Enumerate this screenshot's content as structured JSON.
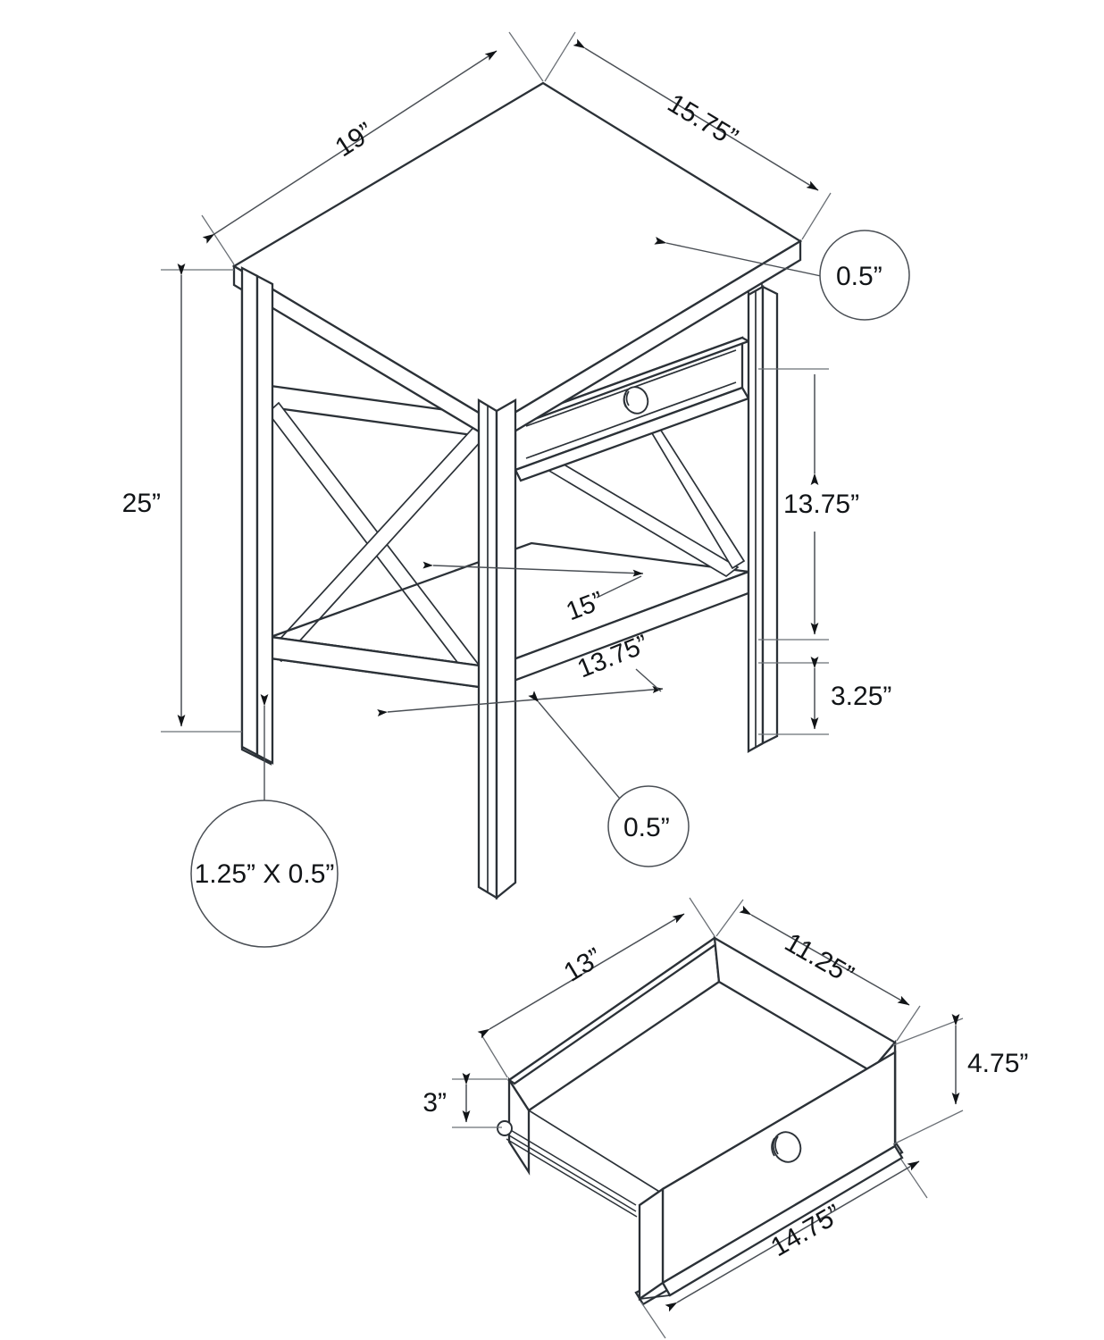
{
  "document": {
    "type": "technical-drawing",
    "subject": "accent-end-table-with-drawer",
    "background_color": "#ffffff",
    "line_color": "#2b3137",
    "dimension_color": "#4a4f55"
  },
  "table_view": {
    "name": "main-table-assembly",
    "dimensions": {
      "width_front": {
        "value": "19”",
        "label": "19”"
      },
      "depth_side": {
        "value": "15.75”",
        "label": "15.75”"
      },
      "overall_height": {
        "value": "25”",
        "label": "25”"
      },
      "top_to_shelf": {
        "value": "13.75”",
        "label": "13.75”"
      },
      "shelf_to_floor": {
        "value": "3.25”",
        "label": "3.25”"
      },
      "shelf_width": {
        "value": "15”",
        "label": "15”"
      },
      "shelf_depth": {
        "value": "13.75”",
        "label": "13.75”"
      }
    },
    "callouts": {
      "top_thickness": {
        "label": "0.5”",
        "points_to": "table-top-edge"
      },
      "shelf_thickness": {
        "label": "0.5”",
        "points_to": "lower-shelf-edge"
      },
      "leg_section": {
        "label": "1.25” X 0.5”",
        "points_to": "table-leg"
      }
    }
  },
  "drawer_view": {
    "name": "drawer-box-assembly",
    "dimensions": {
      "side_length": {
        "value": "13”",
        "label": "13”"
      },
      "back_width": {
        "value": "11.25”",
        "label": "11.25”"
      },
      "box_height": {
        "value": "3”",
        "label": "3”"
      },
      "front_height": {
        "value": "4.75”",
        "label": "4.75”"
      },
      "front_width": {
        "value": "14.75”",
        "label": "14.75”"
      }
    },
    "hardware": {
      "knob": "round-drawer-knob",
      "slide": "side-mount-drawer-slide"
    }
  }
}
